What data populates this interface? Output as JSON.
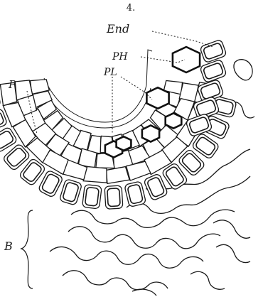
{
  "figure": {
    "number": "4.",
    "labels": {
      "end": "End",
      "ph": "PH",
      "pl": "PL",
      "p": "P",
      "b": "B"
    }
  }
}
